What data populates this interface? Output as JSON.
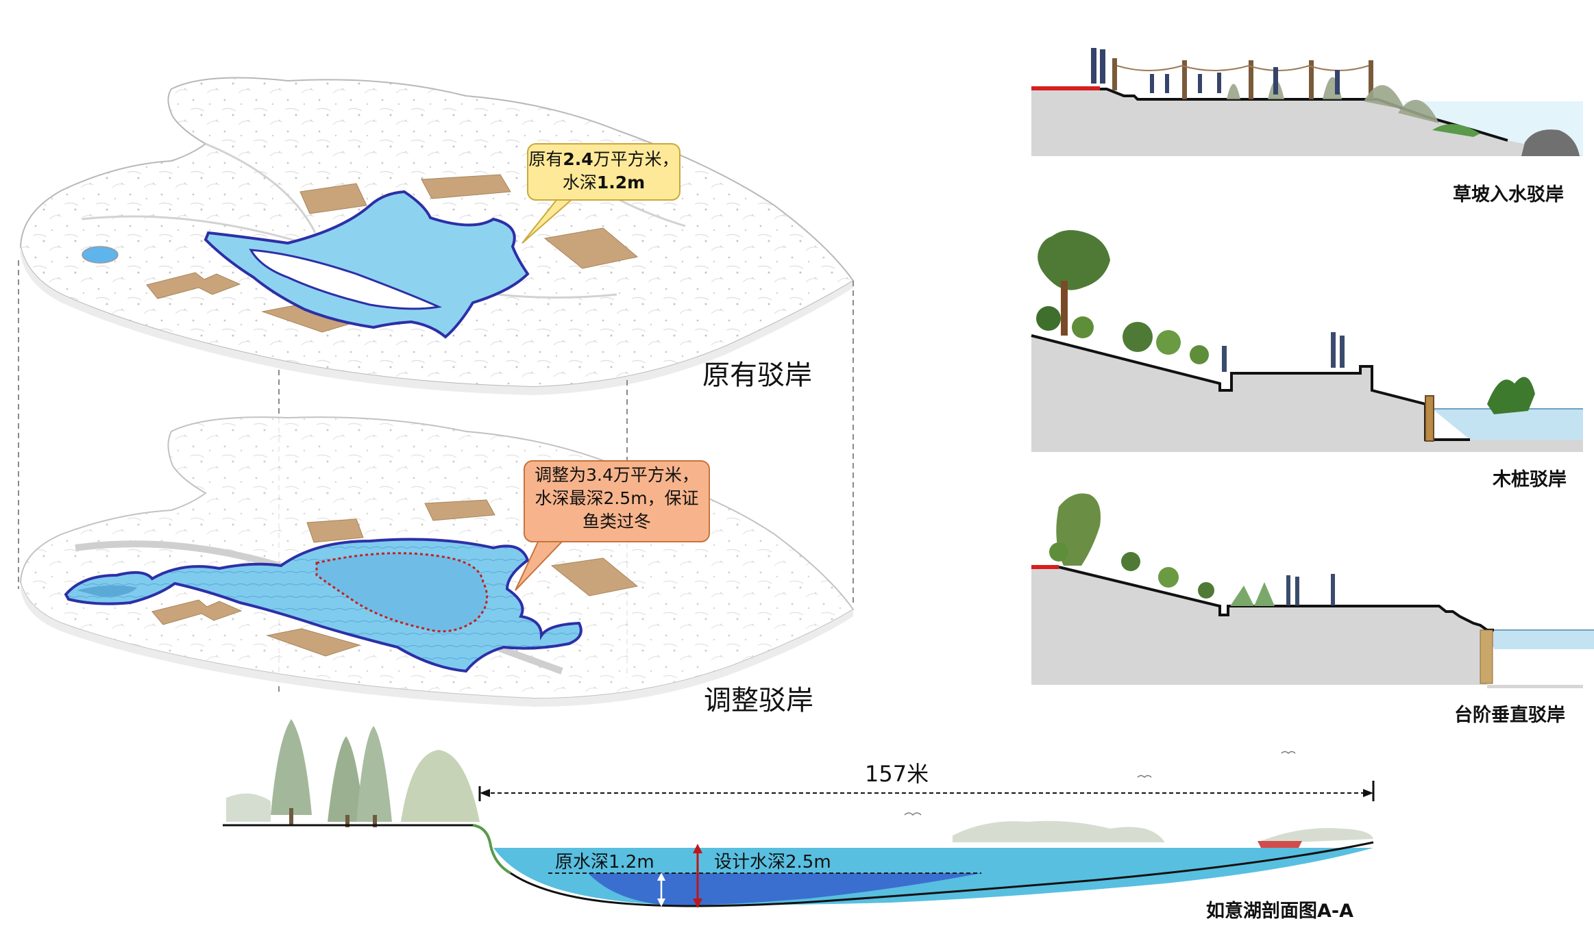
{
  "plans": {
    "original": {
      "label": "原有驳岸",
      "callout": {
        "line1_a": "原有",
        "line1_b": "2.4",
        "line1_c": "万平方米，",
        "line2_a": "水深",
        "line2_b": "1.2m"
      }
    },
    "adjusted": {
      "label": "调整驳岸",
      "callout": {
        "line1": "调整为3.4万平方米，",
        "line2": "水深最深2.5m，保证",
        "line3": "鱼类过冬"
      }
    }
  },
  "revetments": [
    {
      "label": "草坡入水驳岸"
    },
    {
      "label": "木桩驳岸"
    },
    {
      "label": "台阶垂直驳岸"
    }
  ],
  "lake_section": {
    "title": "如意湖剖面图A-A",
    "width_label": "157米",
    "original_depth_label": "原水深1.2m",
    "design_depth_label": "设计水深2.5m"
  },
  "colors": {
    "water": "#8dd3f0",
    "shoreline": "#2d2fa6",
    "building": "#c9a47a",
    "callout_yellow": "#fde998",
    "callout_orange": "#f7b48c",
    "section_ground": "#d6d6d6",
    "section_water": "#58bfe0",
    "deep_water": "#3a6fd0",
    "red_edge": "#d81e1e",
    "depth_arrow": "#c0161b"
  }
}
